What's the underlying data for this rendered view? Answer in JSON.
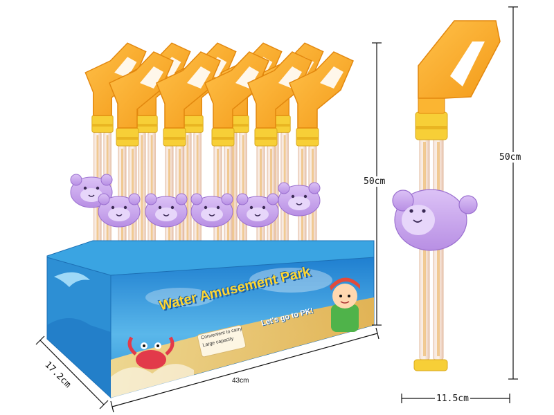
{
  "colors": {
    "background": "#ffffff",
    "handle": "#f9a92a",
    "handle_dark": "#e58f14",
    "collar": "#f7d23a",
    "tube": "#f3d9c9",
    "tube_stripe": "#e9b86a",
    "bear": "#c9a6ec",
    "bear_dark": "#8e5fc4",
    "box_blue": "#2c9ad8",
    "box_sky": "#8fd0f2",
    "sand": "#f2c36b",
    "title_yellow": "#ffd631",
    "dim_line": "#111111"
  },
  "box": {
    "title": "Water Amusement Park",
    "slogan": "Let's go to PK!",
    "feature_1": "Convenient to carry",
    "feature_2": "Large capacity"
  },
  "dimensions": {
    "box_width": "43cm",
    "box_depth": "17.2cm",
    "display_height": "50cm",
    "gun_height": "50cm",
    "gun_width": "11.5cm"
  },
  "icons": {
    "mascot": "purple-bear-icon",
    "crab": "crab-icon",
    "kid": "boy-character-icon",
    "dolphin": "dolphin-icon"
  }
}
